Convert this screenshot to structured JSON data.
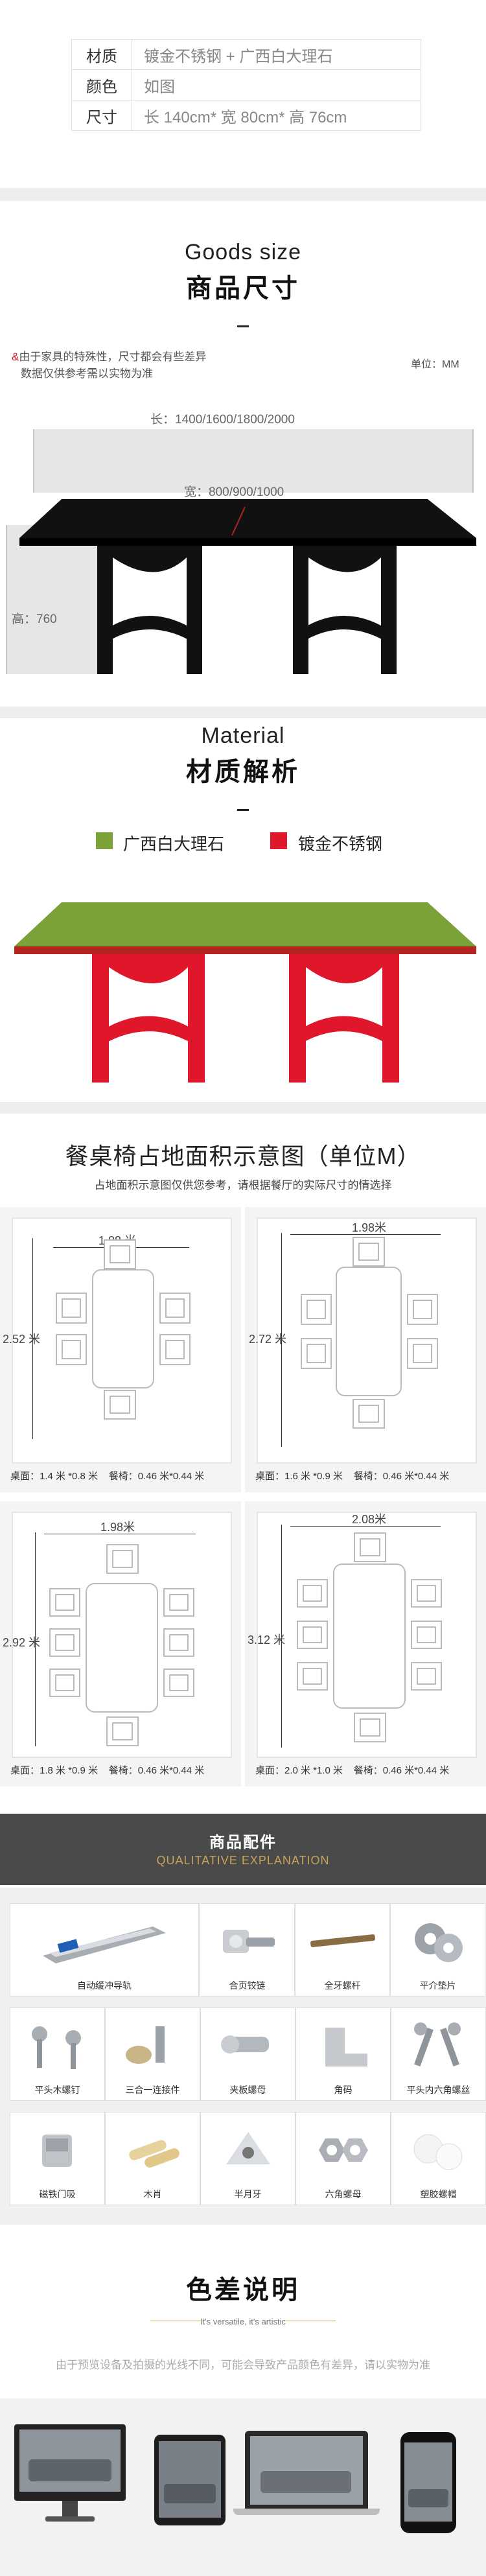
{
  "spec": {
    "rows": [
      {
        "key": "材质",
        "value": "镀金不锈钢 + 广西白大理石"
      },
      {
        "key": "颜色",
        "value": "如图"
      },
      {
        "key": "尺寸",
        "value": "长 140cm* 宽 80cm* 高 76cm"
      }
    ]
  },
  "size_section": {
    "title_en": "Goods size",
    "title_cn": "商品尺寸",
    "note_line1": "由于家具的特殊性，尺寸都会有些差异",
    "note_mark": "&",
    "note_line2": "数据仅供参考需以实物为准",
    "unit": "单位：MM",
    "length_label": "长：1400/1600/1800/2000",
    "width_label": "宽：800/900/1000",
    "height_label": "高：760"
  },
  "material_section": {
    "title_en": "Material",
    "title_cn": "材质解析",
    "legend": [
      {
        "label": "广西白大理石",
        "color": "#7aa238"
      },
      {
        "label": "镀金不锈钢",
        "color": "#e0172a"
      }
    ]
  },
  "footprint_section": {
    "title": "餐桌椅占地面积示意图（单位M）",
    "subtitle": "占地面积示意图仅供您参考，请根据餐厅的实际尺寸的情选择",
    "panels": [
      {
        "width_label": "1.88 米",
        "height_label": "2.52 米",
        "caption": "桌面：1.4 米 *0.8 米    餐椅：0.46 米*0.44 米"
      },
      {
        "width_label": "1.98米",
        "height_label": "2.72 米",
        "caption": "桌面：1.6 米 *0.9 米    餐椅：0.46 米*0.44 米"
      },
      {
        "width_label": "1.98米",
        "height_label": "2.92 米",
        "caption": "桌面：1.8 米 *0.9 米    餐椅：0.46 米*0.44 米"
      },
      {
        "width_label": "2.08米",
        "height_label": "3.12 米",
        "caption": "桌面：2.0 米 *1.0 米    餐椅：0.46 米*0.44 米"
      }
    ]
  },
  "accessories": {
    "title_cn": "商品配件",
    "title_en": "QUALITATIVE EXPLANATION",
    "items": [
      "自动缓冲导轨",
      "合页铰链",
      "全牙螺杆",
      "平介垫片",
      "平头木螺钉",
      "三合一连接件",
      "夹板螺母",
      "角码",
      "平头内六角螺丝",
      "磁铁门吸",
      "木肖",
      "半月牙",
      "六角螺母",
      "塑胶螺帽"
    ]
  },
  "color_section": {
    "title_cn": "色差说明",
    "subtitle_en": "It's versatile, it's artistic",
    "note": "由于预览设备及拍摄的光线不同，可能会导致产品颜色有差异，请以实物为准"
  },
  "colors": {
    "marble_green": "#7aa238",
    "steel_red": "#e0172a",
    "accent_red": "#d0121b",
    "dark_bar": "#4a4a4a",
    "gold": "#c8a35a"
  }
}
